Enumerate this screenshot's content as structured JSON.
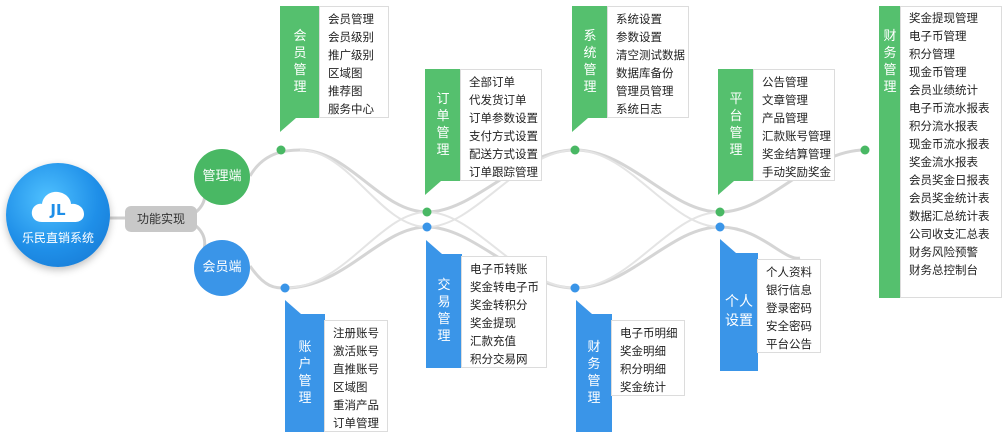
{
  "logo": {
    "mark": "JL",
    "name": "乐民直销系统"
  },
  "hub": {
    "label": "功能实现"
  },
  "admin": {
    "label": "管理端"
  },
  "member": {
    "label": "会员端"
  },
  "colors": {
    "green": "#55c06e",
    "blue": "#3a95e8",
    "wire": "#d5d5d5"
  },
  "groups": [
    {
      "key": "member_mgmt",
      "title": "会员管理",
      "color": "green",
      "items": [
        "会员管理",
        "会员级别",
        "推广级别",
        "区域图",
        "推荐图",
        "服务中心"
      ]
    },
    {
      "key": "order_mgmt",
      "title": "订单管理",
      "color": "green",
      "items": [
        "全部订单",
        "代发货订单",
        "订单参数设置",
        "支付方式设置",
        "配送方式设置",
        "订单跟踪管理"
      ]
    },
    {
      "key": "system_mgmt",
      "title": "系统管理",
      "color": "green",
      "items": [
        "系统设置",
        "参数设置",
        "清空测试数据",
        "数据库备份",
        "管理员管理",
        "系统日志"
      ]
    },
    {
      "key": "platform_mgmt",
      "title": "平台管理",
      "color": "green",
      "items": [
        "公告管理",
        "文章管理",
        "产品管理",
        "汇款账号管理",
        "奖金结算管理",
        "手动奖励奖金"
      ]
    },
    {
      "key": "finance_mgmt",
      "title": "财务管理",
      "color": "green",
      "items": [
        "奖金提现管理",
        "电子币管理",
        "积分管理",
        "现金币管理",
        "会员业绩统计",
        "电子币流水报表",
        "积分流水报表",
        "现金币流水报表",
        "奖金流水报表",
        "会员奖金日报表",
        "会员奖金统计表",
        "数据汇总统计表",
        "公司收支汇总表",
        "财务风险预警",
        "财务总控制台"
      ]
    },
    {
      "key": "account_mgmt",
      "title": "账户管理",
      "color": "blue",
      "items": [
        "注册账号",
        "激活账号",
        "直推账号",
        "区域图",
        "重消产品",
        "订单管理"
      ]
    },
    {
      "key": "trade_mgmt",
      "title": "交易管理",
      "color": "blue",
      "items": [
        "电子币转账",
        "奖金转电子币",
        "奖金转积分",
        "奖金提现",
        "汇款充值",
        "积分交易网"
      ]
    },
    {
      "key": "member_finance",
      "title": "财务管理",
      "color": "blue",
      "items": [
        "电子币明细",
        "奖金明细",
        "积分明细",
        "奖金统计"
      ]
    },
    {
      "key": "personal",
      "title": "个人设置",
      "color": "blue",
      "items": [
        "个人资料",
        "银行信息",
        "登录密码",
        "安全密码",
        "平台公告"
      ]
    }
  ]
}
